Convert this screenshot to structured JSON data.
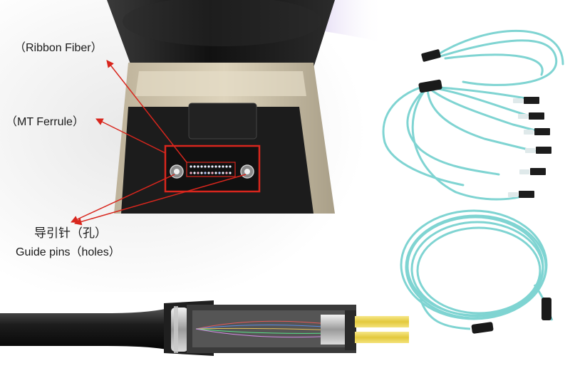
{
  "labels": {
    "ribbon_fiber": "（Ribbon Fiber）",
    "mt_ferrule": "（MT Ferrule）",
    "guide_pins_cn": "导引针（孔）",
    "guide_pins_en": "Guide pins（holes）"
  },
  "icons": {
    "arrow": "arrow-icon"
  },
  "colors": {
    "annotation_red": "#d8261d",
    "cable_aqua": "#7fd4d2",
    "connector_black": "#1c1c1c",
    "ferrule_beige": "#cbc1a8",
    "fiber_yellow": "#e9d45a"
  }
}
